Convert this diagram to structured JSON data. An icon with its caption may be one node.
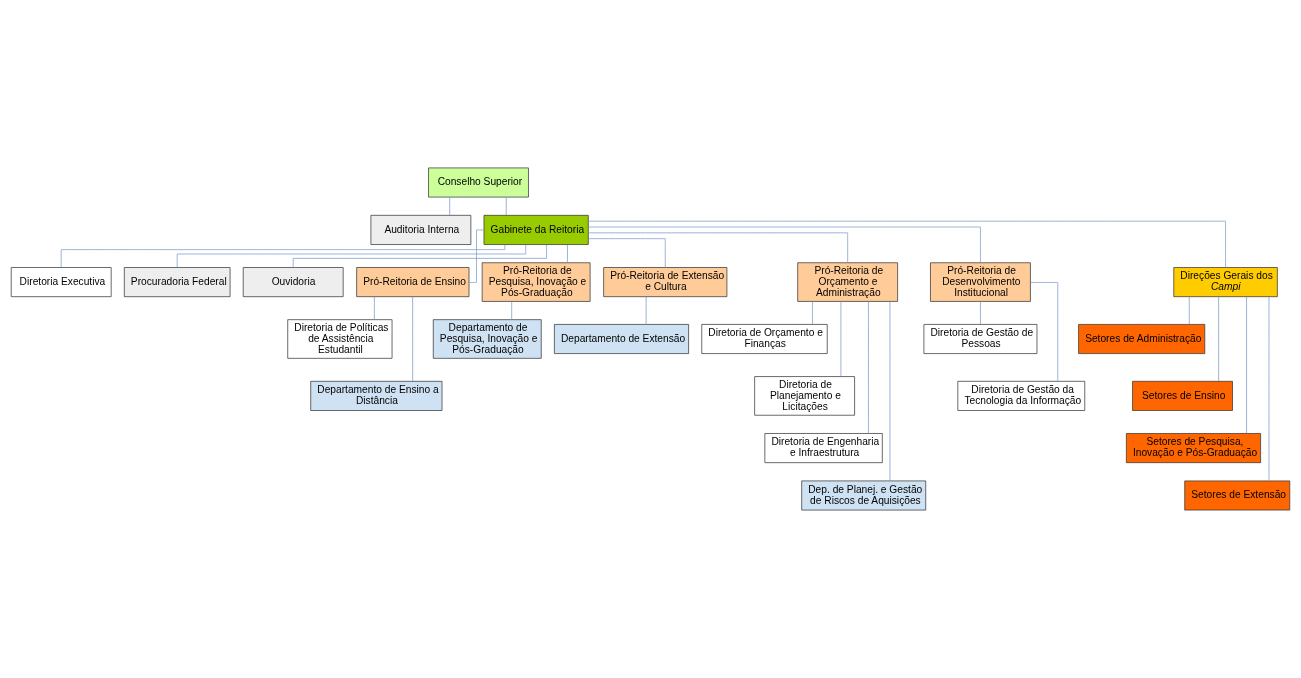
{
  "diagram": {
    "nodes": [
      {
        "text": [
          "Conselho Superior"
        ]
      },
      {
        "text": [
          "Auditoria Interna"
        ]
      },
      {
        "text": [
          "Gabinete da Reitoria"
        ]
      },
      {
        "text": [
          "Diretoria Executiva"
        ]
      },
      {
        "text": [
          "Procuradoria Federal"
        ]
      },
      {
        "text": [
          "Ouvidoria"
        ]
      },
      {
        "text": [
          "Pró-Reitoria de Ensino"
        ]
      },
      {
        "text": [
          "Pró-Reitoria de Pesquisa, Inovação e Pós-Graduação"
        ]
      },
      {
        "text": [
          "Pró-Reitoria de Extensão e Cultura"
        ]
      },
      {
        "text": [
          "Pró-Reitoria de Orçamento e Administração"
        ]
      },
      {
        "text": [
          "Pró-Reitoria de Desenvolvimento Institucional"
        ]
      },
      {
        "text": [
          "Direções Gerais dos *Campi*"
        ]
      },
      {
        "text": [
          "Diretoria de Políticas de Assistência Estudantil"
        ]
      },
      {
        "text": [
          "Departamento de Ensino a Distância"
        ]
      },
      {
        "text": [
          "Departamento de Pesquisa, Inovação e Pós-Graduação"
        ]
      },
      {
        "text": [
          "Departamento de Extensão"
        ]
      },
      {
        "text": [
          "Diretoria de Orçamento e Finanças"
        ]
      },
      {
        "text": [
          "Diretoria de Planejamento e Licitações"
        ]
      },
      {
        "text": [
          "Diretoria de Engenharia e Infraestrutura"
        ]
      },
      {
        "text": [
          "Dep. de Planej. e Gestão de Riscos de Aquisições"
        ]
      },
      {
        "text": [
          "Diretoria de Gestão de Pessoas"
        ]
      },
      {
        "text": [
          "Diretoria de Gestão da Tecnologia da Informação"
        ]
      },
      {
        "text": [
          "Setores de Administração"
        ]
      },
      {
        "text": [
          "Setores de Ensino"
        ]
      },
      {
        "text": [
          "Setores de Pesquisa, Inovação e Pós-Graduação"
        ]
      },
      {
        "text": [
          "Setores de Extensão"
        ]
      }
    ],
    "edges": [
      {
        "from": 0,
        "to": 1,
        "arrow": "none"
      },
      {
        "from": 0,
        "to": 2,
        "arrow": "none"
      },
      {
        "from": 2,
        "to": 3,
        "arrow": "none"
      },
      {
        "from": 2,
        "to": 4,
        "arrow": "none"
      },
      {
        "from": 2,
        "to": 5,
        "arrow": "none"
      },
      {
        "from": 2,
        "to": 6,
        "arrow": "none"
      },
      {
        "from": 2,
        "to": 7,
        "arrow": "none"
      },
      {
        "from": 2,
        "to": 8,
        "arrow": "none"
      },
      {
        "from": 2,
        "to": 9,
        "arrow": "none"
      },
      {
        "from": 2,
        "to": 10,
        "arrow": "none"
      },
      {
        "from": 2,
        "to": 11,
        "arrow": "none"
      },
      {
        "from": 6,
        "to": 12,
        "arrow": "none"
      },
      {
        "from": 6,
        "to": 13,
        "arrow": "none"
      },
      {
        "from": 7,
        "to": 14,
        "arrow": "none"
      },
      {
        "from": 8,
        "to": 15,
        "arrow": "none"
      },
      {
        "from": 9,
        "to": 16,
        "arrow": "none"
      },
      {
        "from": 9,
        "to": 17,
        "arrow": "none"
      },
      {
        "from": 9,
        "to": 18,
        "arrow": "none"
      },
      {
        "from": 9,
        "to": 19,
        "arrow": "none"
      },
      {
        "from": 10,
        "to": 20,
        "arrow": "none"
      },
      {
        "from": 10,
        "to": 21,
        "arrow": "none"
      },
      {
        "from": 11,
        "to": 22,
        "arrow": "none"
      },
      {
        "from": 11,
        "to": 23,
        "arrow": "none"
      },
      {
        "from": 11,
        "to": 24,
        "arrow": "none"
      },
      {
        "from": 11,
        "to": 25,
        "arrow": "none"
      }
    ]
  }
}
